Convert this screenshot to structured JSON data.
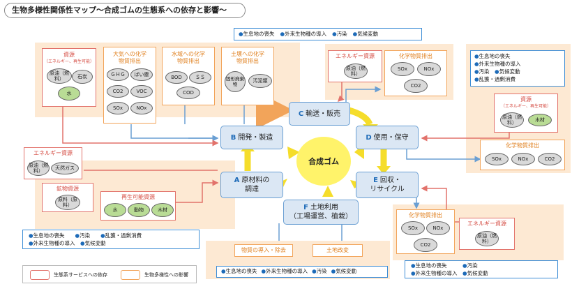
{
  "title": "生物多様性関係性マップ～合成ゴムの生態系への依存と影響～",
  "center": "合成ゴム",
  "processes": {
    "A": {
      "letter": "A",
      "label1": "原材料の",
      "label2": "調達"
    },
    "B": {
      "letter": "B",
      "label1": "開発・製造",
      "label2": ""
    },
    "C": {
      "letter": "C",
      "label1": "輸送・販売",
      "label2": ""
    },
    "D": {
      "letter": "D",
      "label1": "使用・保守",
      "label2": ""
    },
    "E": {
      "letter": "E",
      "label1": "回収・",
      "label2": "リサイクル"
    },
    "F": {
      "letter": "F",
      "label1": "土地利用",
      "label2": "（工場運営、植栽）"
    }
  },
  "top_impacts": [
    "生息地の喪失",
    "外来生物種の導入",
    "汚染",
    "気候変動"
  ],
  "resource_left_top": {
    "title": "資源",
    "sub": "（エネルギー、再生可能）",
    "items": [
      "原油（燃料）",
      "石炭",
      "水"
    ]
  },
  "air": {
    "title1": "大気への化学",
    "title2": "物質排出",
    "items": [
      "ＧＨＧ",
      "ばい塵",
      "CO2",
      "VOC",
      "SOx",
      "NOx"
    ]
  },
  "water": {
    "title1": "水域への化学",
    "title2": "物質排出",
    "items": [
      "BOD",
      "ＳＳ",
      "COD"
    ]
  },
  "soil": {
    "title1": "土壌への化学",
    "title2": "物質排出",
    "items": [
      "固形廃棄物",
      "汚泥類"
    ]
  },
  "energy_c": {
    "title": "エネルギー資源",
    "items": [
      "原油（燃料）"
    ]
  },
  "chem_c": {
    "title": "化学物質排出",
    "items": [
      "SOx",
      "NOx",
      "CO2"
    ]
  },
  "right_impacts": [
    "生息地の喪失",
    "外来生物種の導入",
    "汚染",
    "気候変動",
    "乱獲・過剰消費"
  ],
  "resource_d": {
    "title": "資源",
    "sub": "（エネルギー、再生可能）",
    "items": [
      "原油（燃料）",
      "木材"
    ]
  },
  "chem_d": {
    "title": "化学物質排出",
    "items": [
      "SOx",
      "NOx",
      "CO2"
    ]
  },
  "energy_a": {
    "title": "エネルギー資源",
    "items": [
      "原油（燃料）",
      "天然ガス"
    ]
  },
  "mineral_a": {
    "title": "鉱物資源",
    "items": [
      "原料（原料）"
    ]
  },
  "renew_a": {
    "title": "再生可能資源",
    "items": [
      "水",
      "動物",
      "木材"
    ]
  },
  "left_impacts": [
    "生息地の喪失",
    "汚染",
    "乱獲・過剰消費",
    "外来生物種の導入",
    "気候変動"
  ],
  "f_boxes": [
    "物質の導入・除去",
    "土地改変"
  ],
  "bottom_impacts": [
    "生息地の喪失",
    "外来生物種の導入",
    "汚染",
    "気候変動"
  ],
  "chem_e": {
    "title": "化学物質排出",
    "items": [
      "SOx",
      "NOx",
      "CO2"
    ]
  },
  "energy_e": {
    "title": "エネルギー資源",
    "items": [
      "原油（燃料）"
    ]
  },
  "br_impacts": [
    "生息地の喪失",
    "汚染",
    "外来生物種の導入",
    "気候変動"
  ],
  "legend": {
    "dep": "生態系サービスへの依存",
    "imp": "生物多様性への影響"
  },
  "colors": {
    "dependency": "#e2726b",
    "impact": "#f2a45a",
    "process": "#dbe7f4",
    "arrow": "#f5dd2b",
    "flow": "#6a9fd3"
  }
}
